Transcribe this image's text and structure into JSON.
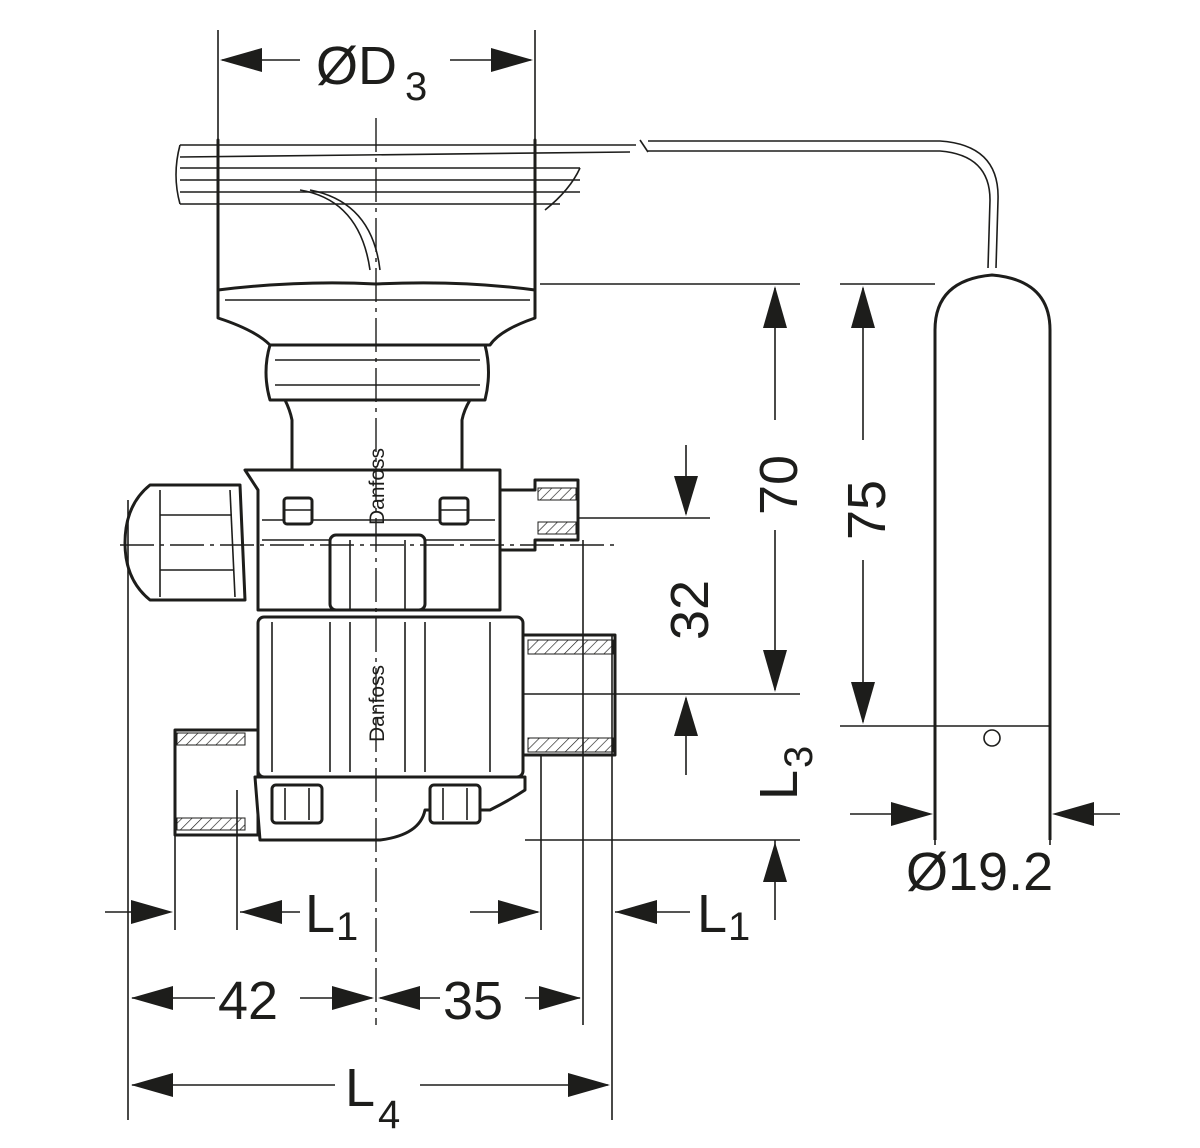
{
  "drawing": {
    "dimensions": {
      "d3_main": "ØD",
      "d3_sub": "3",
      "height_70": "70",
      "height_75": "75",
      "height_32": "32",
      "l3_main": "L",
      "l3_sub": "3",
      "bulb_diameter": "Ø19.2",
      "l1_left_main": "L",
      "l1_left_sub": "1",
      "l1_right_main": "L",
      "l1_right_sub": "1",
      "width_42": "42",
      "width_35": "35",
      "l4_main": "L",
      "l4_sub": "4"
    },
    "brand_upper": "Danfoss",
    "brand_lower": "Danfoss"
  }
}
